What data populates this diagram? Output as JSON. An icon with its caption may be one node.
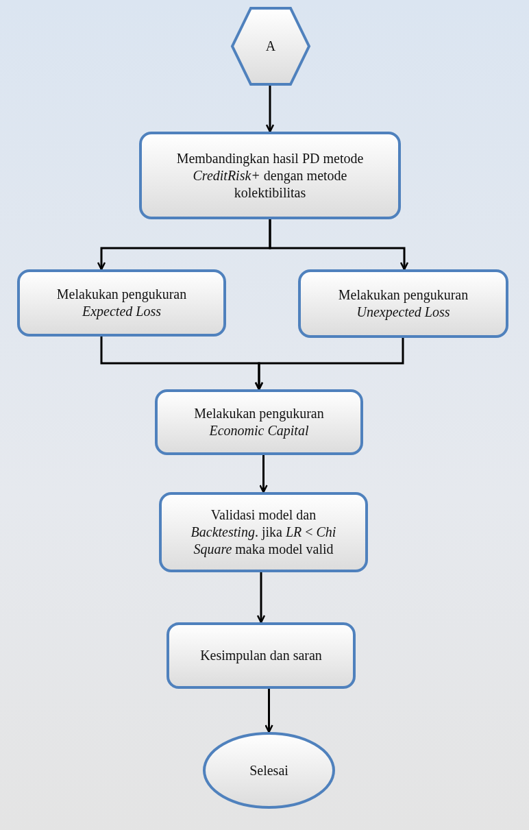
{
  "diagram": {
    "nodes": [
      {
        "text": [
          "A"
        ]
      },
      {
        "text": [
          "Membandingkan hasil PD metode *CreditRisk+* dengan metode kolektibilitas"
        ]
      },
      {
        "text": [
          "Melakukan pengukuran *Expected Loss*"
        ]
      },
      {
        "text": [
          "Melakukan pengukuran *Unexpected Loss*"
        ]
      },
      {
        "text": [
          "Melakukan pengukuran *Economic Capital*"
        ]
      },
      {
        "text": [
          "Validasi model dan *Backtesting*. jika *LR* < *Chi Square* maka model valid"
        ]
      },
      {
        "text": [
          "Kesimpulan dan saran"
        ]
      },
      {
        "text": [
          "Selesai"
        ]
      }
    ],
    "edges": [
      {
        "from": 0,
        "to": 1,
        "arrow": "to"
      },
      {
        "from": 1,
        "to": 2,
        "arrow": "to"
      },
      {
        "from": 1,
        "to": 3,
        "arrow": "to"
      },
      {
        "from": 2,
        "to": 4,
        "arrow": "to"
      },
      {
        "from": 3,
        "to": 4,
        "arrow": "to"
      },
      {
        "from": 4,
        "to": 5,
        "arrow": "to"
      },
      {
        "from": 5,
        "to": 6,
        "arrow": "to"
      },
      {
        "from": 6,
        "to": 7,
        "arrow": "to"
      }
    ]
  }
}
